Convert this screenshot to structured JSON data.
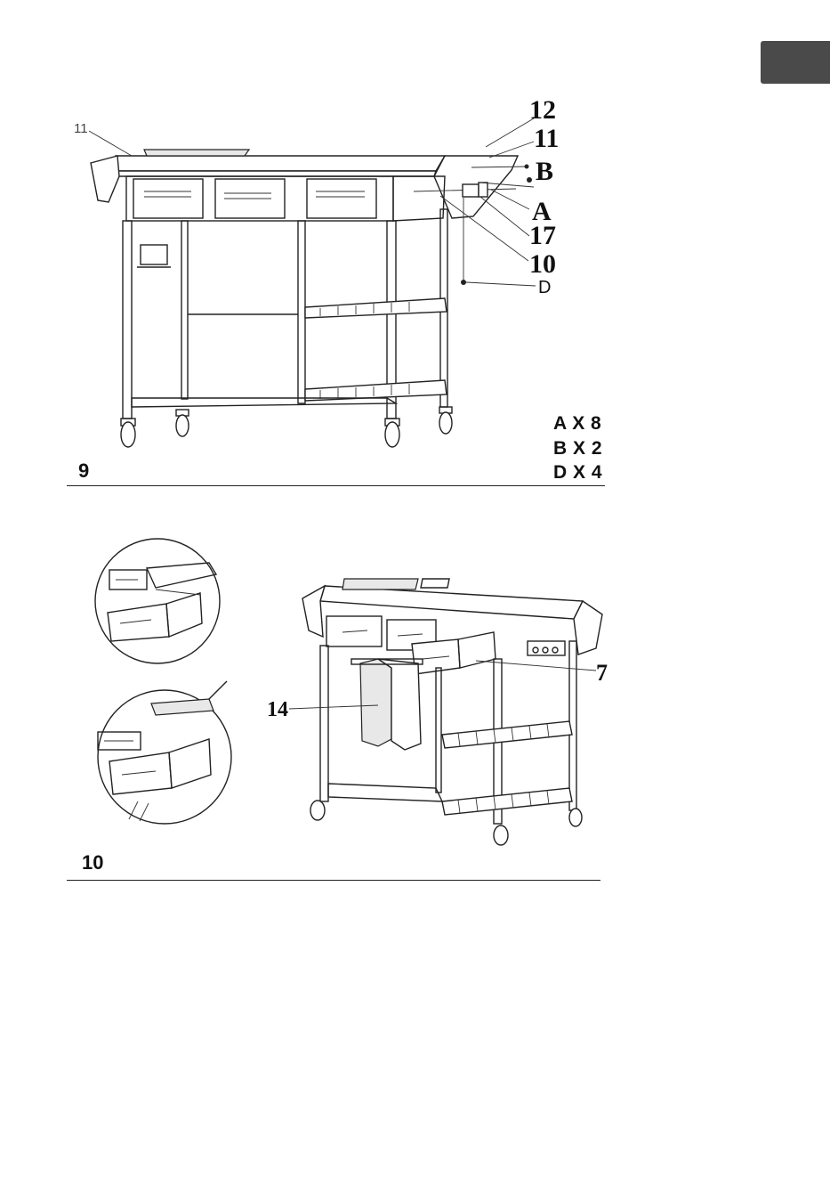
{
  "steps": [
    {
      "number": "9",
      "callouts": {
        "c11_left": "11",
        "c12": "12",
        "c11_right": "11",
        "cB": "B",
        "cA": "A",
        "c17": "17",
        "c10": "10",
        "cD": "D"
      },
      "quantities": [
        "A X 8",
        "B X 2",
        "D X 4"
      ]
    },
    {
      "number": "10",
      "callouts": {
        "c14": "14",
        "c7": "7"
      }
    }
  ],
  "icons": {
    "language_tab": "dark-gray-tab"
  },
  "colors": {
    "tab": "#4a4a4a",
    "ink": "#111111"
  }
}
